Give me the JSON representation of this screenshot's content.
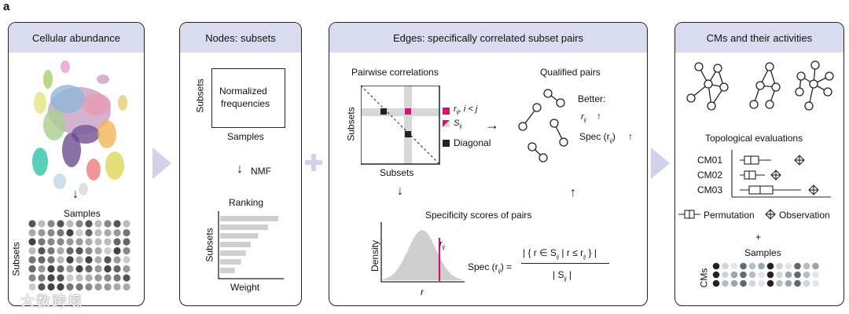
{
  "figure_label": "a",
  "panels": {
    "abundance": {
      "title": "Cellular abundance",
      "samples_label": "Samples",
      "subsets_label": "Subsets"
    },
    "nodes": {
      "title": "Nodes: subsets",
      "box_text_1": "Normalized",
      "box_text_2": "frequencies",
      "subsets_label": "Subsets",
      "samples_label": "Samples",
      "nmf_label": "NMF",
      "ranking_label": "Ranking",
      "subsets_label_2": "Subsets",
      "weight_label": "Weight",
      "ranking_bars": [
        0.95,
        0.78,
        0.62,
        0.5,
        0.42,
        0.34,
        0.24
      ]
    },
    "edges": {
      "title": "Edges: specifically correlated subset pairs",
      "pairwise_title": "Pairwise correlations",
      "subsets_y": "Subsets",
      "subsets_x": "Subsets",
      "legend_rij": "r",
      "legend_rij_sub": "ij",
      "legend_rij_cond": ", i < j",
      "legend_sij": "S",
      "legend_sij_sub": "ij",
      "legend_diagonal": "Diagonal",
      "qualified_title": "Qualified pairs",
      "better_label": "Better:",
      "better_r": "r",
      "better_r_sub": "ij",
      "better_spec": "Spec (r",
      "better_spec_sub": "ij",
      "better_spec_close": ")",
      "up_arrow": "↑",
      "specificity_title": "Specificity scores of pairs",
      "density_label": "Density",
      "r_label": "r",
      "curve_r": "r",
      "curve_r_sub": "ij",
      "formula_lhs": "Spec (r",
      "formula_lhs_sub": "ij",
      "formula_lhs_close": ") =",
      "formula_num": "| { r ∈ S",
      "formula_num_sub": "ij",
      "formula_num_mid": " | r ≤ r",
      "formula_num_sub2": "ij",
      "formula_num_close": " } |",
      "formula_den": "| S",
      "formula_den_sub": "ij",
      "formula_den_close": " |"
    },
    "cms": {
      "title": "CMs and their activities",
      "topo_title": "Topological evaluations",
      "rows": [
        "CM01",
        "CM02",
        "CM03"
      ],
      "legend_perm": "Permutation",
      "legend_obs": "Observation",
      "plus": "+",
      "samples_label": "Samples",
      "cms_label": "CMs"
    }
  },
  "watermark": "大数跨境",
  "colors": {
    "header": "#d9dcef",
    "chevron": "#cfd2ea",
    "magenta": "#d6127a",
    "gray_band": "#d7d7d7"
  }
}
